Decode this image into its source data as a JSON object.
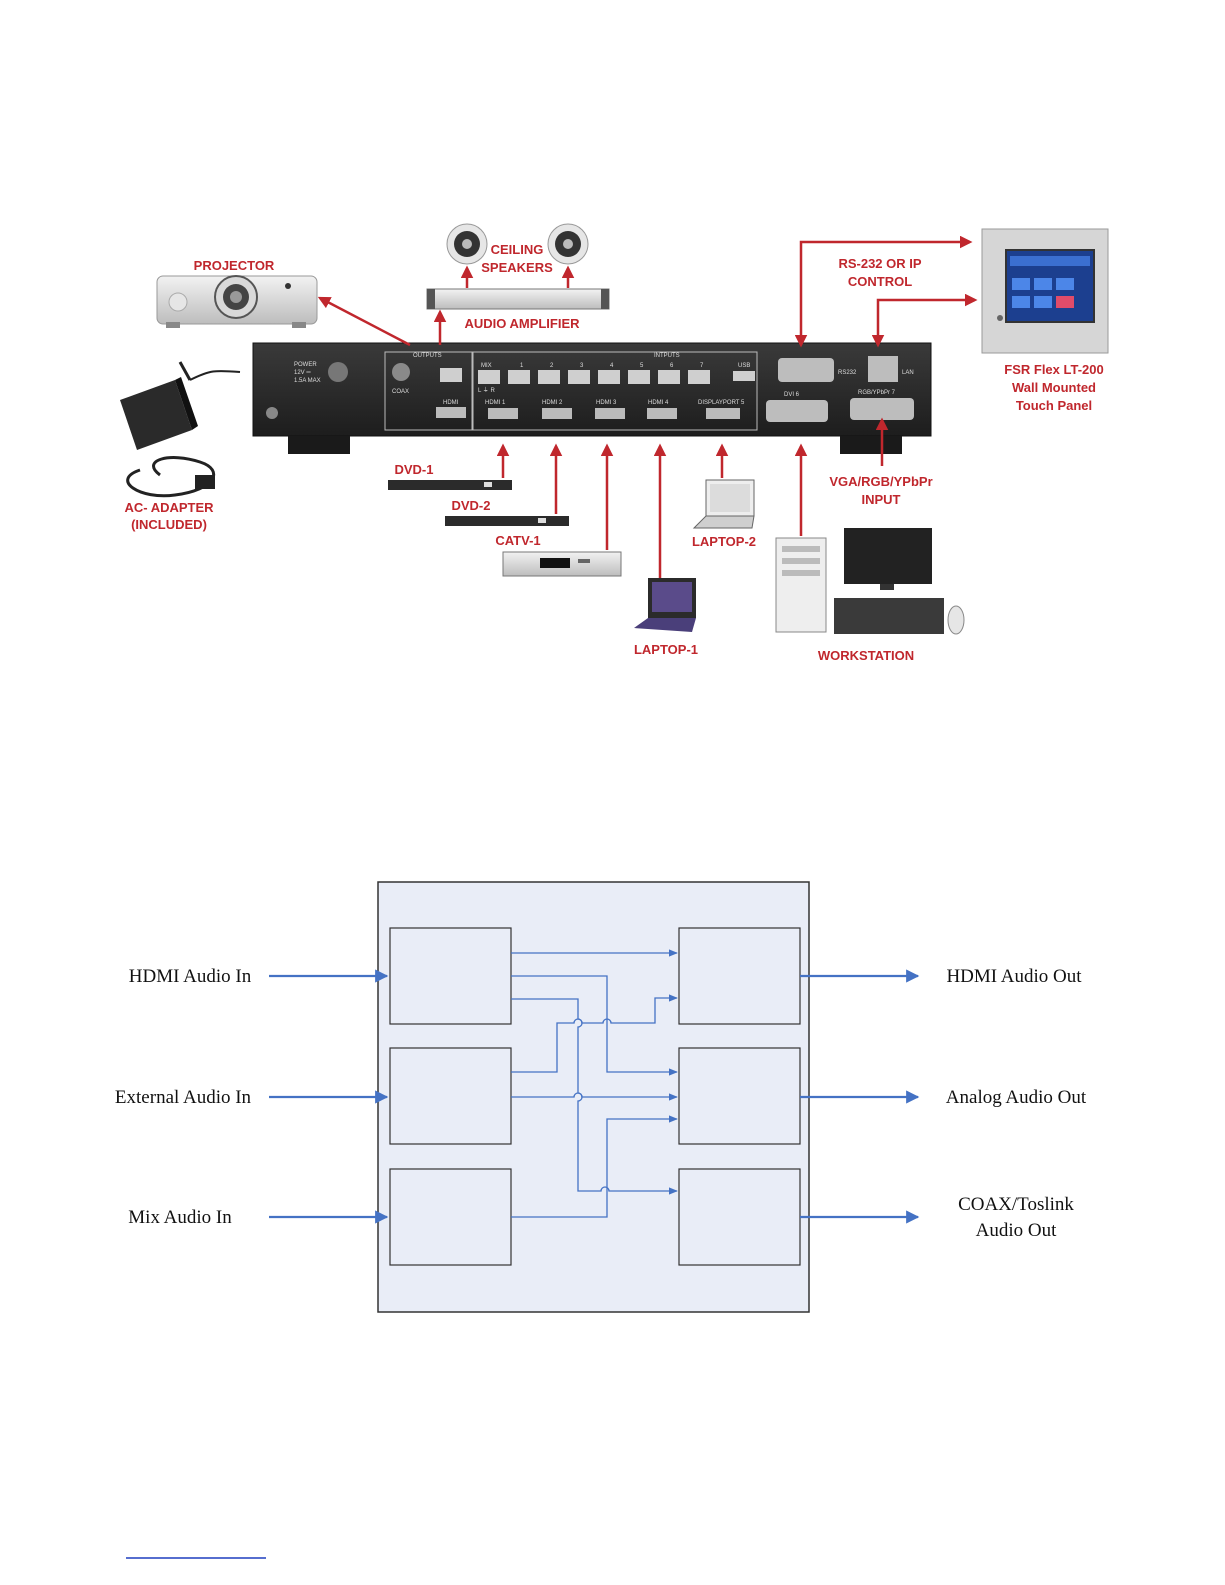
{
  "colors": {
    "accent_red": "#c0272d",
    "panel_dark": "#2a2a2a",
    "diagram_blue": "#4472c4",
    "diagram_fill": "#e9edf7",
    "footer_link": "#1f3fbf"
  },
  "wiring": {
    "projector": "PROJECTOR",
    "ceiling_speakers_l1": "CEILING",
    "ceiling_speakers_l2": "SPEAKERS",
    "audio_amplifier": "AUDIO AMPLIFIER",
    "rs232_l1": "RS-232 OR IP",
    "rs232_l2": "CONTROL",
    "touch_panel_l1": "FSR Flex LT-200",
    "touch_panel_l2": "Wall Mounted",
    "touch_panel_l3": "Touch Panel",
    "ac_adapter_l1": "AC- ADAPTER",
    "ac_adapter_l2": "(INCLUDED)",
    "dvd1": "DVD-1",
    "dvd2": "DVD-2",
    "catv1": "CATV-1",
    "laptop1": "LAPTOP-1",
    "laptop2": "LAPTOP-2",
    "workstation": "WORKSTATION",
    "vga_l1": "VGA/RGB/YPbPr",
    "vga_l2": "INPUT",
    "panel": {
      "power": "POWER",
      "power_v": "12V ═",
      "power_a": "1.5A MAX",
      "outputs": "OUTPUTS",
      "inputs": "INTPUTS",
      "coax": "COAX",
      "hdmi_out": "HDMI",
      "mix": "MIX",
      "in1": "1",
      "in2": "2",
      "in3": "3",
      "in4": "4",
      "in5": "5",
      "in6": "6",
      "in7": "7",
      "usb": "USB",
      "rs232": "RS232",
      "lan": "LAN",
      "hdmi1": "HDMI 1",
      "hdmi2": "HDMI 2",
      "hdmi3": "HDMI 3",
      "hdmi4": "HDMI 4",
      "dp5": "DISPLAYPORT 5",
      "dvi6": "DVI 6",
      "rgb7": "RGB/YPbPr 7",
      "lr": "L ⏚ R"
    }
  },
  "audio_routing": {
    "inputs": [
      "HDMI Audio In",
      "External Audio In",
      "Mix Audio In"
    ],
    "outputs": [
      "HDMI Audio Out",
      "Analog Audio Out",
      "COAX/Toslink",
      "Audio Out"
    ]
  }
}
